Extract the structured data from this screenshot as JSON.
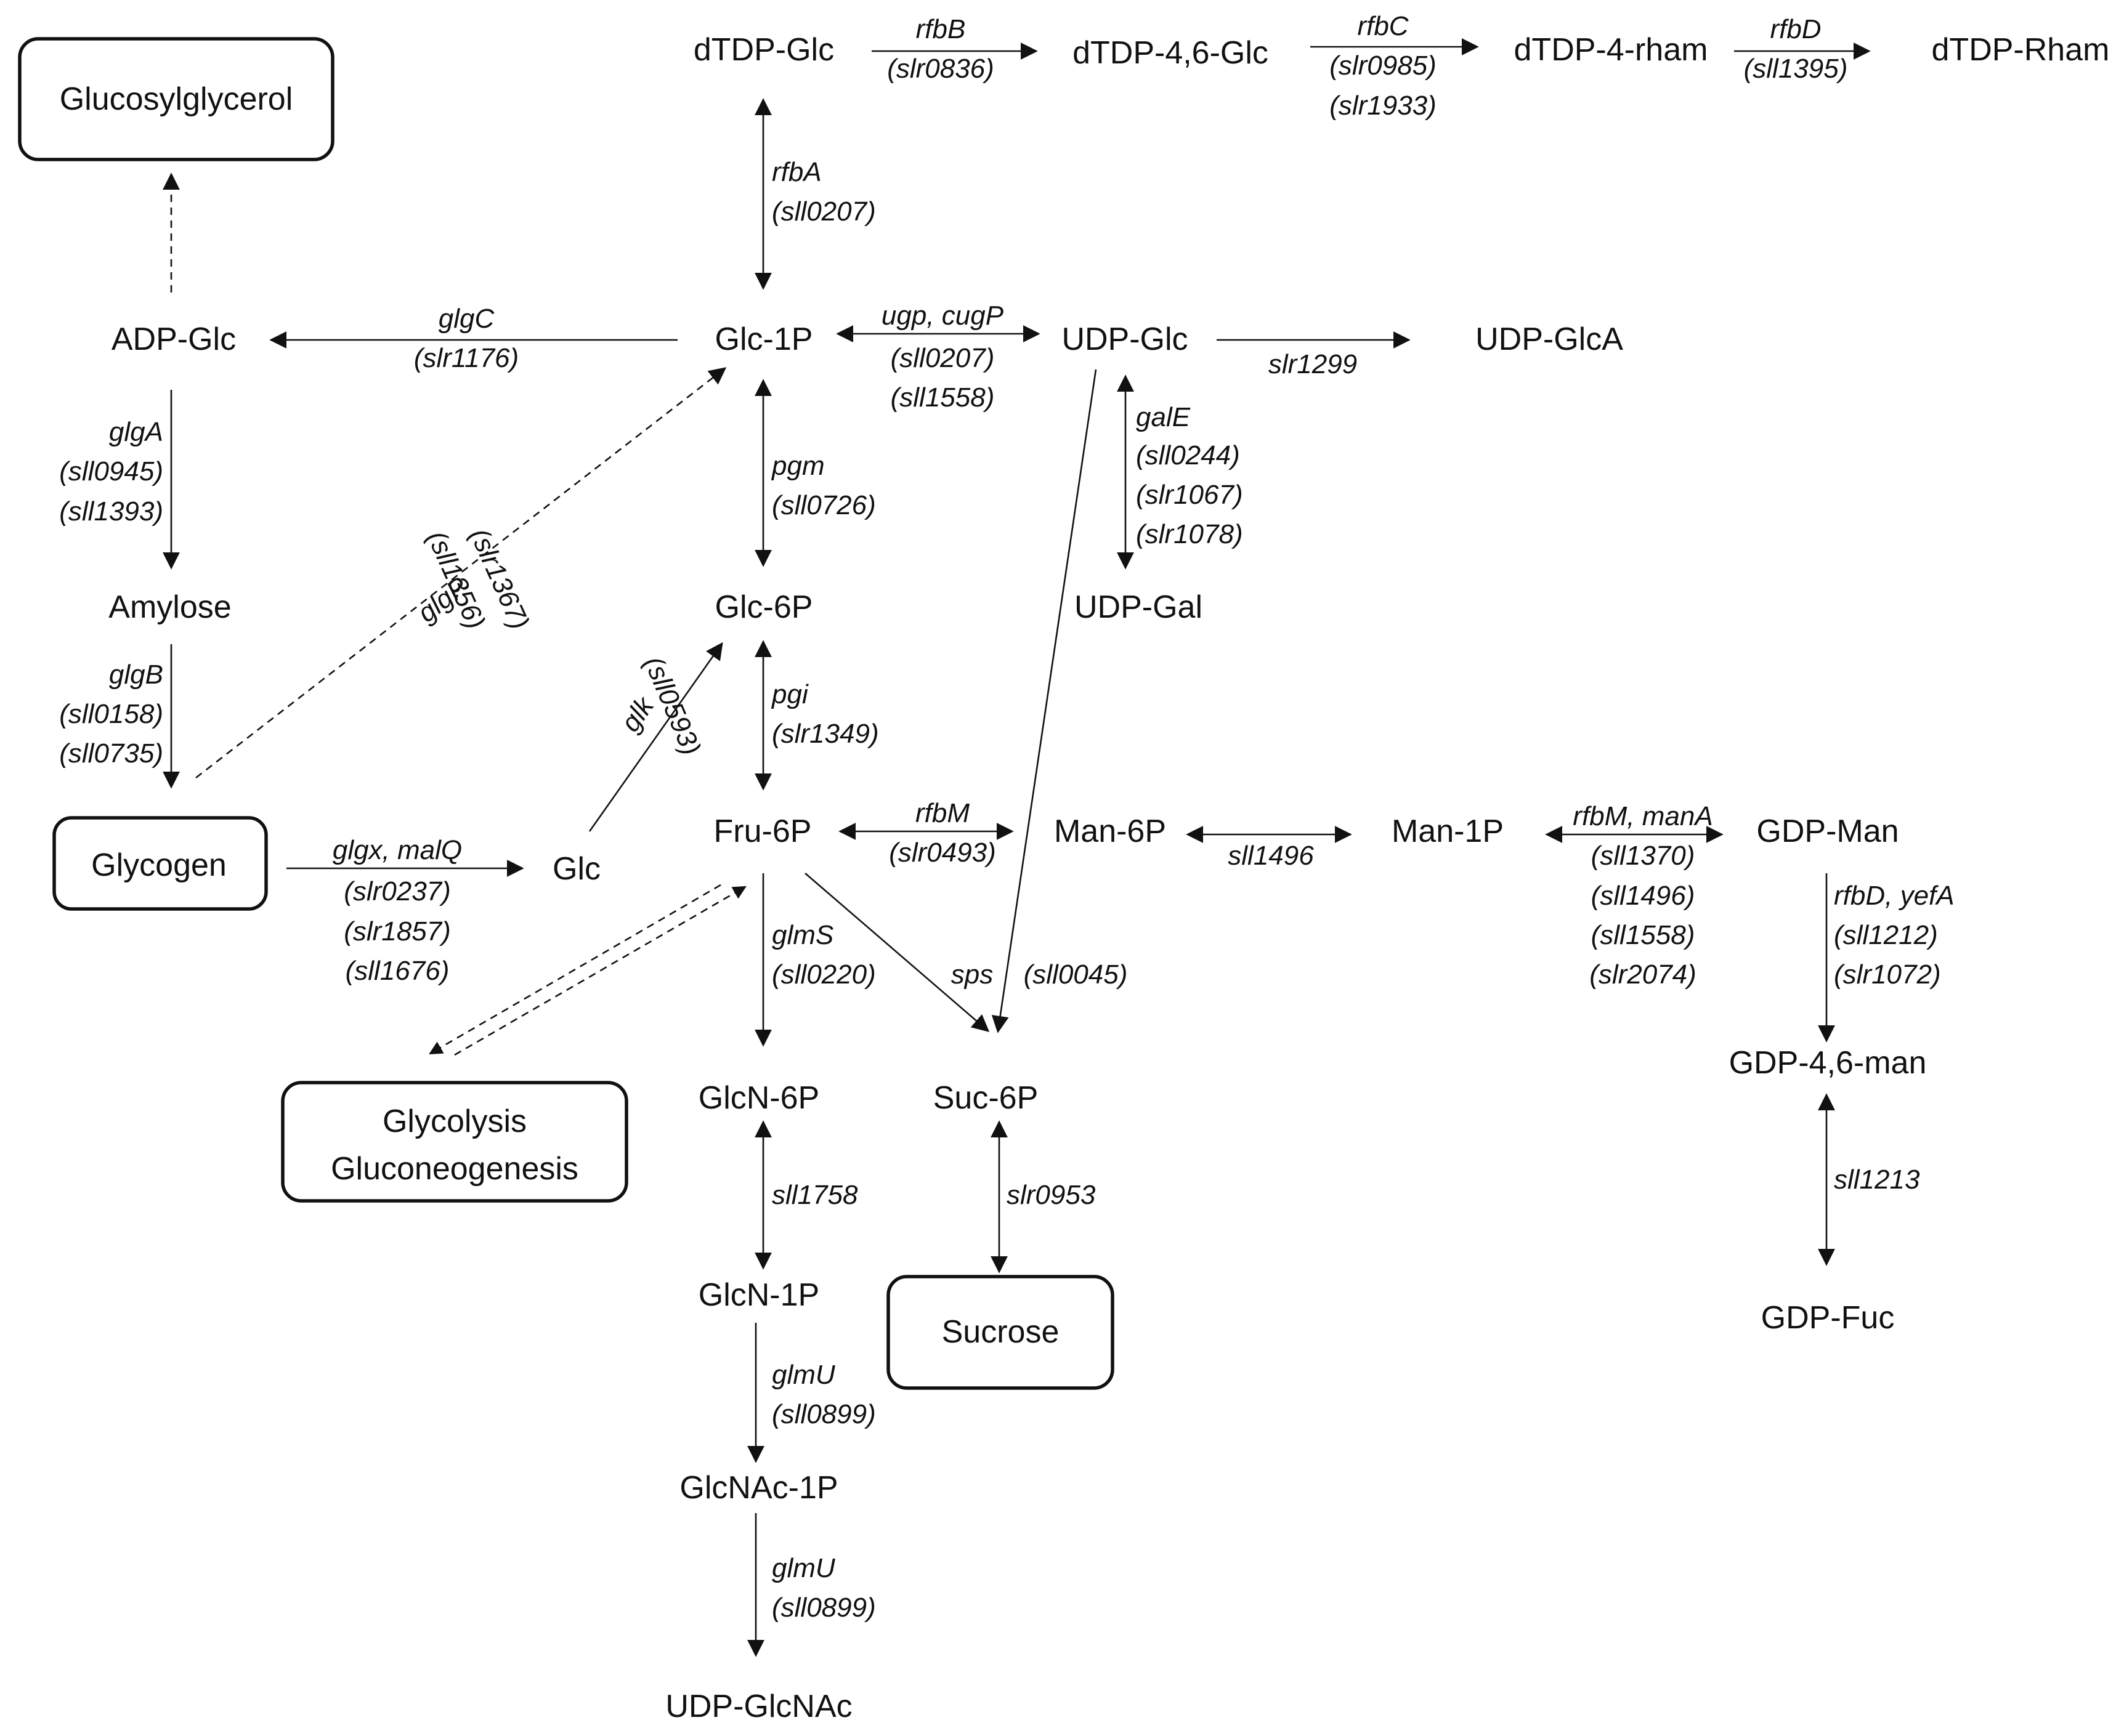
{
  "nodes": {
    "dtdp_glc": "dTDP-Glc",
    "dtdp_46_glc": "dTDP-4,6-Glc",
    "dtdp_4_rham": "dTDP-4-rham",
    "dtdp_rham": "dTDP-Rham",
    "glucosylglycerol": "Glucosylglycerol",
    "adp_glc": "ADP-Glc",
    "glc_1p": "Glc-1P",
    "udp_glc": "UDP-Glc",
    "udp_glca": "UDP-GlcA",
    "amylose": "Amylose",
    "glc_6p": "Glc-6P",
    "udp_gal": "UDP-Gal",
    "glycogen": "Glycogen",
    "glc": "Glc",
    "fru_6p": "Fru-6P",
    "man_6p": "Man-6P",
    "man_1p": "Man-1P",
    "gdp_man": "GDP-Man",
    "gdp_46_man": "GDP-4,6-man",
    "glycolysis": "Glycolysis",
    "gluconeogenesis": "Gluconeogenesis",
    "glcn_6p": "GlcN-6P",
    "suc_6p": "Suc-6P",
    "glcn_1p": "GlcN-1P",
    "sucrose": "Sucrose",
    "gdp_fuc": "GDP-Fuc",
    "glcnac_1p": "GlcNAc-1P",
    "udp_glcnac": "UDP-GlcNAc"
  },
  "enzymes": {
    "rfbB": {
      "gene": "rfbB",
      "loci": [
        "(slr0836)"
      ]
    },
    "rfbC": {
      "gene": "rfbC",
      "loci": [
        "(slr0985)",
        "(slr1933)"
      ]
    },
    "rfbD_top": {
      "gene": "rfbD",
      "loci": [
        "(sll1395)"
      ]
    },
    "rfbA": {
      "gene": "rfbA",
      "loci": [
        "(sll0207)"
      ]
    },
    "glgC": {
      "gene": "glgC",
      "loci": [
        "(slr1176)"
      ]
    },
    "ugp": {
      "gene": "ugp, cugP",
      "loci": [
        "(sll0207)",
        "(sll1558)"
      ]
    },
    "slr1299": {
      "gene": "slr1299"
    },
    "glgA": {
      "gene": "glgA",
      "loci": [
        "(sll0945)",
        "(sll1393)"
      ]
    },
    "pgm": {
      "gene": "pgm",
      "loci": [
        "(sll0726)"
      ]
    },
    "galE": {
      "gene": "galE",
      "loci": [
        "(sll0244)",
        "(slr1067)",
        "(slr1078)"
      ]
    },
    "glgP": {
      "gene": "glgP",
      "loci": [
        "(sll1356)",
        "(slr1367)"
      ]
    },
    "glgB": {
      "gene": "glgB",
      "loci": [
        "(sll0158)",
        "(sll0735)"
      ]
    },
    "glk": {
      "gene": "glk",
      "loci": [
        "(sll0593)"
      ]
    },
    "pgi": {
      "gene": "pgi",
      "loci": [
        "(slr1349)"
      ]
    },
    "rfbM": {
      "gene": "rfbM",
      "loci": [
        "(slr0493)"
      ]
    },
    "sll1496": {
      "gene": "sll1496"
    },
    "rfbM_manA": {
      "gene": "rfbM, manA",
      "loci": [
        "(sll1370)",
        "(sll1496)",
        "(sll1558)",
        "(slr2074)"
      ]
    },
    "glgx": {
      "gene": "glgx, malQ",
      "loci": [
        "(slr0237)",
        "(slr1857)",
        "(sll1676)"
      ]
    },
    "glmS": {
      "gene": "glmS",
      "loci": [
        "(sll0220)"
      ]
    },
    "sps": {
      "gene": "sps",
      "loci": [
        "(sll0045)"
      ]
    },
    "rfbD_yefA": {
      "gene": "rfbD, yefA",
      "loci": [
        "(sll1212)",
        "(slr1072)"
      ]
    },
    "sll1758": {
      "gene": "sll1758"
    },
    "slr0953": {
      "gene": "slr0953"
    },
    "sll1213": {
      "gene": "sll1213"
    },
    "glmU_1": {
      "gene": "glmU",
      "loci": [
        "(sll0899)"
      ]
    },
    "glmU_2": {
      "gene": "glmU",
      "loci": [
        "(sll0899)"
      ]
    }
  }
}
